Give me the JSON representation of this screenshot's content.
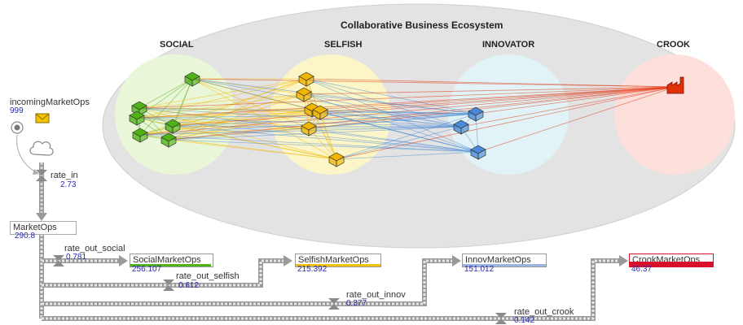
{
  "ecosystem": {
    "title": "Collaborative Business Ecosystem",
    "groups": [
      {
        "name": "SOCIAL",
        "color": "#4fb316"
      },
      {
        "name": "SELFISH",
        "color": "#f2b600"
      },
      {
        "name": "INNOVATOR",
        "color": "#4a8ad6"
      },
      {
        "name": "CROOK",
        "color": "#e0300a"
      }
    ]
  },
  "source": {
    "label": "incomingMarketOps",
    "value": "999"
  },
  "inflow": {
    "label": "rate_in",
    "value": "2.73"
  },
  "market": {
    "label": "MarketOps",
    "value": "290.8"
  },
  "flows": [
    {
      "label": "rate_out_social",
      "value": "0.781"
    },
    {
      "label": "rate_out_selfish",
      "value": "0.612"
    },
    {
      "label": "rate_out_innov",
      "value": "0.377"
    },
    {
      "label": "rate_out_crook",
      "value": "0.142"
    }
  ],
  "stocks": [
    {
      "label": "SocialMarketOps",
      "value": "256.107",
      "color": "#4fb316"
    },
    {
      "label": "SelfishMarketOps",
      "value": "215.392",
      "color": "#f2c200"
    },
    {
      "label": "InnovMarketOps",
      "value": "151.012",
      "color": "#9ab6e0"
    },
    {
      "label": "CrookMarketOps",
      "value": "46.37",
      "color": "#d8102c"
    }
  ]
}
